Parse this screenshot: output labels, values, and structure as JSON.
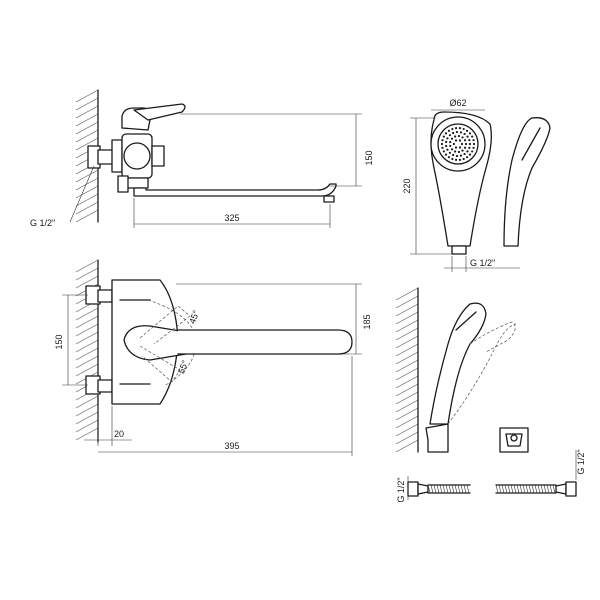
{
  "dimensions": {
    "side_height": "150",
    "spout_reach": "325",
    "thread": "G 1/2\"",
    "shower_diameter": "Ø62",
    "shower_length": "220",
    "shower_thread": "G 1/2\"",
    "front_centers": "150",
    "front_height": "185",
    "wall_offset": "20",
    "overall_length": "395",
    "angle_up": "45°",
    "angle_down": "55°",
    "hose_thread_left": "G 1/2\"",
    "hose_thread_right": "G 1/2\""
  },
  "colors": {
    "line": "#1a1a1a",
    "background": "#ffffff",
    "hatch": "#555555"
  }
}
